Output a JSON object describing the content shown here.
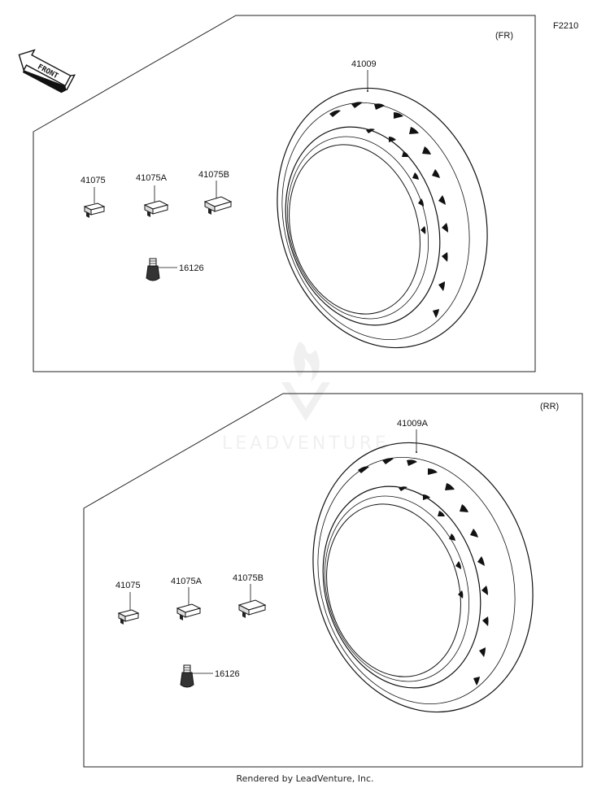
{
  "figure_id": "F2210",
  "front_label": "FRONT",
  "watermark": "LEADVENTURE",
  "caption": "Rendered by LeadVenture, Inc.",
  "sections": {
    "front": {
      "tag": "(FR)",
      "tire_part": "41009",
      "weights": [
        "41075",
        "41075A",
        "41075B"
      ],
      "valve_part": "16126"
    },
    "rear": {
      "tag": "(RR)",
      "tire_part": "41009A",
      "weights": [
        "41075",
        "41075A",
        "41075B"
      ],
      "valve_part": "16126"
    }
  }
}
